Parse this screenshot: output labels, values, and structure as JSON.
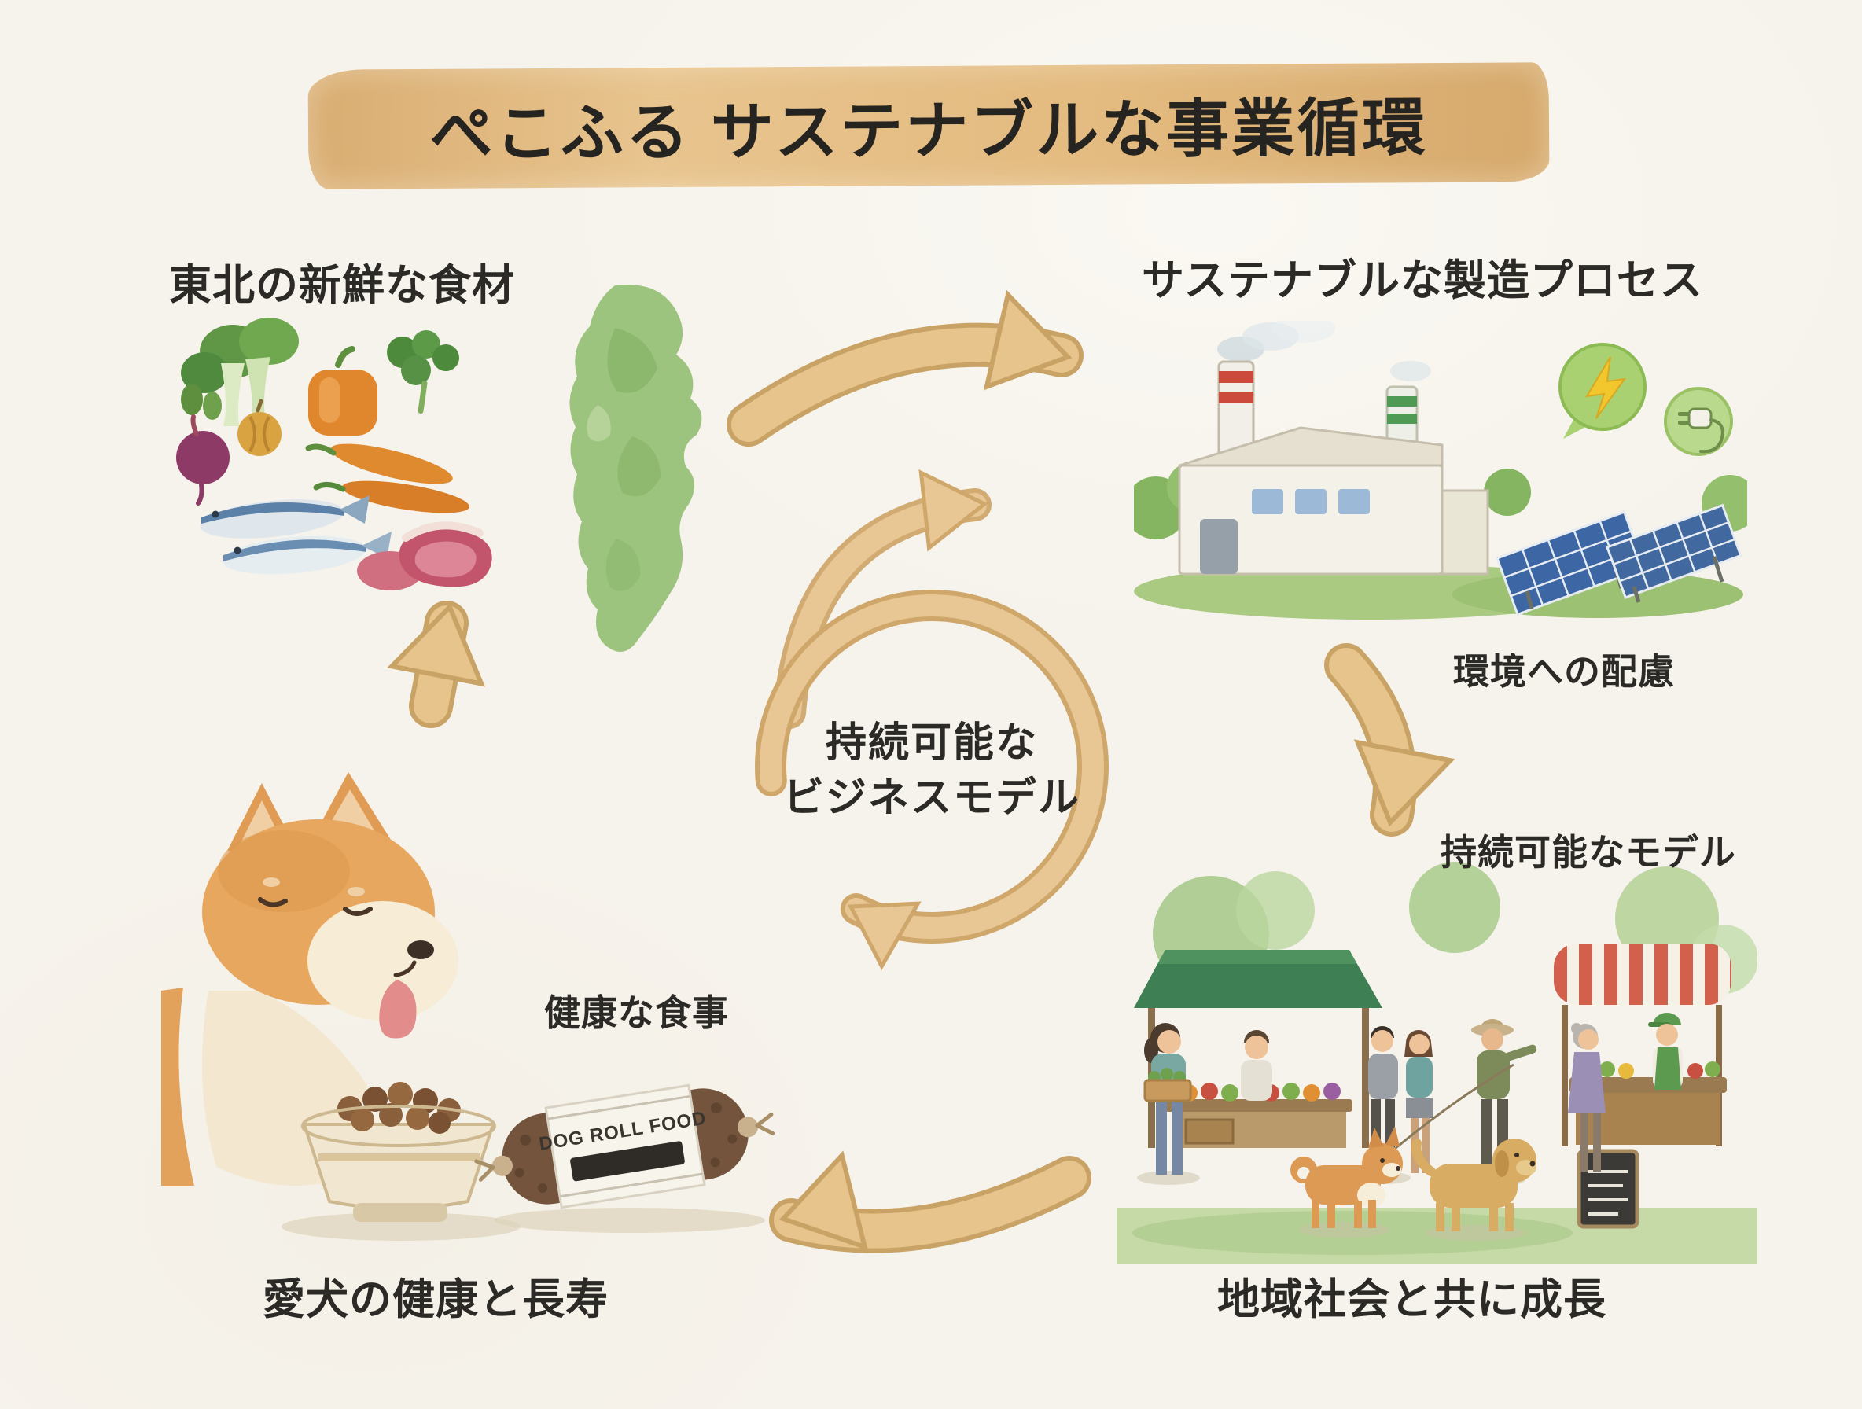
{
  "title": "ぺこふる サステナブルな事業循環",
  "labels": {
    "ingredients": "東北の新鮮な食材",
    "manufacturing": "サステナブルな製造プロセス",
    "environment": "環境への配慮",
    "model": "持続可能なモデル",
    "healthy_meal": "健康な食事",
    "center_line1": "持続可能な",
    "center_line2": "ビジネスモデル",
    "dog_health": "愛犬の健康と長寿",
    "community": "地域社会と共に成長"
  },
  "product": {
    "label": "DOG ROLL FOOD"
  },
  "colors": {
    "paper": "#f6f3ec",
    "banner_tan": "#e3ba7f",
    "arrow_tan": "#e7c48c",
    "arrow_edge": "#c9a365",
    "text_dark": "#2b2a26",
    "map_green": "#9cc47e",
    "badge_green": "#a9d172",
    "awning_red": "#d2604d"
  }
}
